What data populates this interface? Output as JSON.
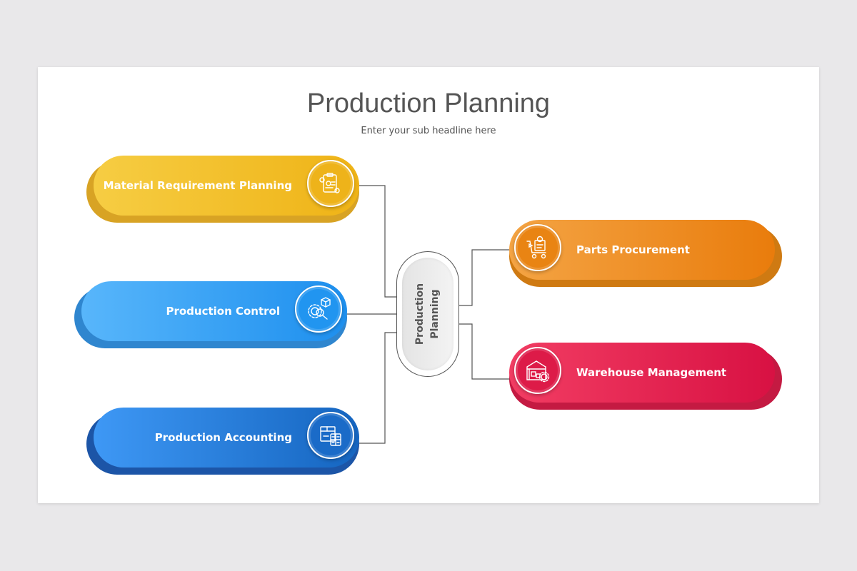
{
  "title": "Production Planning",
  "subtitle": "Enter your sub headline here",
  "center": {
    "label": "Production Planning"
  },
  "nodes": [
    {
      "label": "Material Requirement Planning",
      "icon": "clipboard-checklist-icon",
      "color": "#efb316"
    },
    {
      "label": "Production Control",
      "icon": "gear-magnifier-icon",
      "color": "#1d8fee"
    },
    {
      "label": "Production Accounting",
      "icon": "box-calculator-icon",
      "color": "#1565c0"
    },
    {
      "label": "Parts Procurement",
      "icon": "cart-document-icon",
      "color": "#e97c0c"
    },
    {
      "label": "Warehouse Management",
      "icon": "warehouse-gear-icon",
      "color": "#d81143"
    }
  ],
  "colors": {
    "background": "#e9e8ea",
    "slide": "#ffffff",
    "text": "#555555",
    "connector": "#555555"
  }
}
